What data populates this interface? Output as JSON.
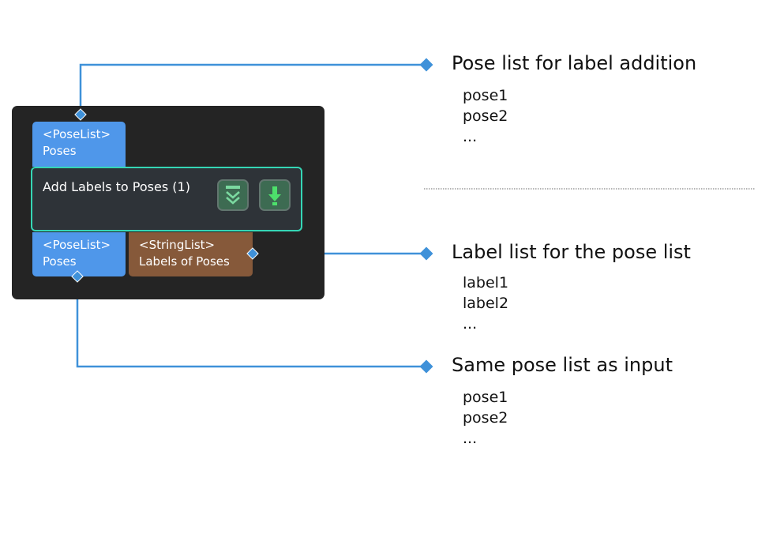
{
  "node": {
    "title": "Add Labels to Poses (1)",
    "input_port": {
      "type": "<PoseList>",
      "name": "Poses"
    },
    "output_ports": [
      {
        "type": "<PoseList>",
        "name": "Poses"
      },
      {
        "type": "<StringList>",
        "name": "Labels of Poses"
      }
    ],
    "buttons": [
      {
        "icon": "chevron-double-down-icon"
      },
      {
        "icon": "download-arrow-icon"
      }
    ],
    "colors": {
      "panel": "#242424",
      "step_border": "#35d6b5",
      "pose_port": "#4f97ea",
      "string_port": "#86593a",
      "connector": "#3f91d9"
    }
  },
  "callouts": [
    {
      "title": "Pose list for label addition",
      "items": [
        "pose1",
        "pose2",
        "..."
      ]
    },
    {
      "title": "Label list for the pose list",
      "items": [
        "label1",
        "label2",
        "..."
      ]
    },
    {
      "title": "Same pose list as input",
      "items": [
        "pose1",
        "pose2",
        "..."
      ]
    }
  ]
}
